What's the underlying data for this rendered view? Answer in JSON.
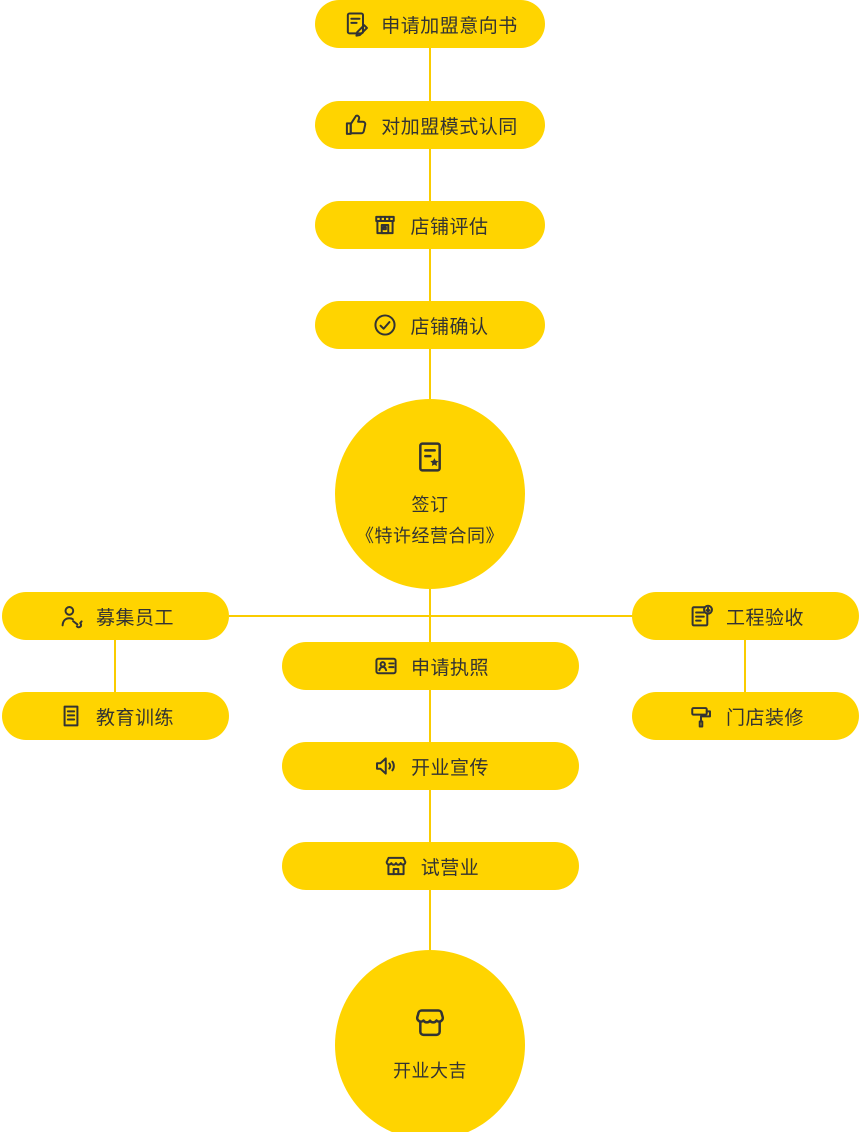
{
  "palette": {
    "node_fill": "#FFD400",
    "connector_color": "#FACC00",
    "text_color": "#333333",
    "background": "#FFFFFF"
  },
  "flow": {
    "top": [
      {
        "label": "申请加盟意向书",
        "icon": "document-pen-icon"
      },
      {
        "label": "对加盟模式认同",
        "icon": "thumbs-up-icon"
      },
      {
        "label": "店铺评估",
        "icon": "storefront-icon"
      },
      {
        "label": "店铺确认",
        "icon": "check-circle-icon"
      }
    ],
    "sign_contract": {
      "label_line1": "签订",
      "label_line2": "《特许经营合同》",
      "icon": "contract-seal-icon"
    },
    "left_branch": [
      {
        "label": "募集员工",
        "icon": "person-wrench-icon"
      },
      {
        "label": "教育训练",
        "icon": "book-icon"
      }
    ],
    "center_branch": [
      {
        "label": "申请执照",
        "icon": "id-card-icon"
      },
      {
        "label": "开业宣传",
        "icon": "speaker-icon"
      },
      {
        "label": "试营业",
        "icon": "storefront-scallop-icon"
      }
    ],
    "right_branch": [
      {
        "label": "工程验收",
        "icon": "document-check-badge-icon"
      },
      {
        "label": "门店装修",
        "icon": "paint-roller-icon"
      }
    ],
    "grand_opening": {
      "label": "开业大吉",
      "icon": "storefront-awning-icon"
    }
  }
}
